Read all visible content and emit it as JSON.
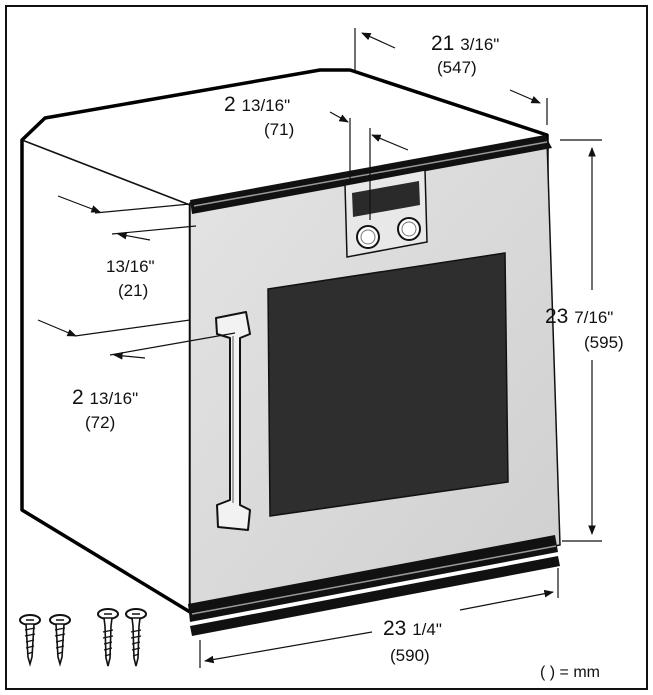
{
  "dimensions": {
    "depth": {
      "imperial_whole": "21",
      "imperial_fraction": "3/16\"",
      "metric": "(547)"
    },
    "panel_width": {
      "imperial_whole": "2",
      "imperial_fraction": "13/16\"",
      "metric": "(71)"
    },
    "door_offset": {
      "imperial": "13/16\"",
      "metric": "(21)"
    },
    "handle_offset": {
      "imperial_whole": "2",
      "imperial_fraction": "13/16\"",
      "metric": "(72)"
    },
    "height": {
      "imperial_whole": "23",
      "imperial_fraction": "7/16\"",
      "metric": "(595)"
    },
    "width": {
      "imperial_whole": "23",
      "imperial_fraction": "1/4\"",
      "metric": "(590)"
    }
  },
  "legend": {
    "unit_note": "( ) = mm"
  },
  "icons": [
    "screw-icon",
    "wood-screw-icon"
  ],
  "colors": {
    "outline": "#111111",
    "door_fill": "#d9d9d9",
    "window_fill": "#2e2e2e",
    "frame": "#000000"
  }
}
